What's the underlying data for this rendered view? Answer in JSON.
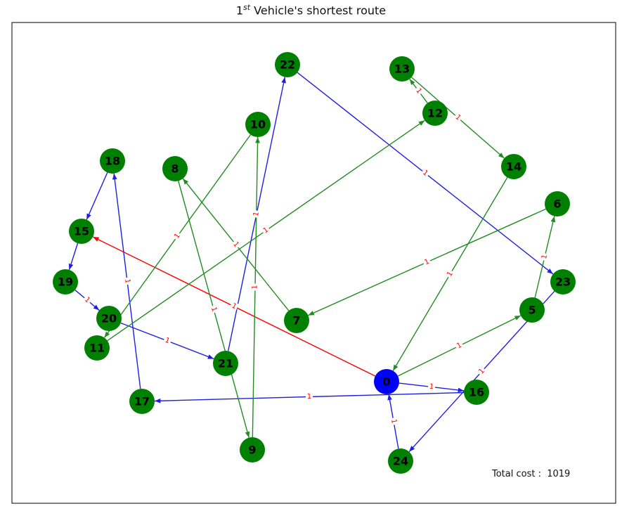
{
  "title": {
    "main_prefix": "1",
    "superscript": "st",
    "main_suffix": " Vehicle's shortest route"
  },
  "total_cost": "Total cost :  1019",
  "colors": {
    "node_default": "#008000",
    "node_depot": "#0000ff",
    "edge_green": "#228b22",
    "edge_blue": "#1f1fe0",
    "edge_red": "#ff0000",
    "edge_label": "#ff0000"
  },
  "nodes": [
    {
      "id": "0",
      "depot": true
    },
    {
      "id": "5"
    },
    {
      "id": "6"
    },
    {
      "id": "7"
    },
    {
      "id": "8"
    },
    {
      "id": "9"
    },
    {
      "id": "10"
    },
    {
      "id": "11"
    },
    {
      "id": "12"
    },
    {
      "id": "13"
    },
    {
      "id": "14"
    },
    {
      "id": "15"
    },
    {
      "id": "16"
    },
    {
      "id": "17"
    },
    {
      "id": "18"
    },
    {
      "id": "19"
    },
    {
      "id": "20"
    },
    {
      "id": "21"
    },
    {
      "id": "22"
    },
    {
      "id": "23"
    },
    {
      "id": "24"
    }
  ],
  "edges": [
    {
      "from": "0",
      "to": "15",
      "color": "red",
      "label": "1"
    },
    {
      "from": "15",
      "to": "19",
      "color": "blue",
      "label": ""
    },
    {
      "from": "19",
      "to": "20",
      "color": "blue",
      "label": "1"
    },
    {
      "from": "20",
      "to": "21",
      "color": "blue",
      "label": "1"
    },
    {
      "from": "21",
      "to": "22",
      "color": "blue",
      "label": "1"
    },
    {
      "from": "22",
      "to": "23",
      "color": "blue",
      "label": "1"
    },
    {
      "from": "23",
      "to": "24",
      "color": "blue",
      "label": "1"
    },
    {
      "from": "24",
      "to": "0",
      "color": "blue",
      "label": "1"
    },
    {
      "from": "0",
      "to": "16",
      "color": "blue",
      "label": "1"
    },
    {
      "from": "16",
      "to": "17",
      "color": "blue",
      "label": "1"
    },
    {
      "from": "17",
      "to": "18",
      "color": "blue",
      "label": "1"
    },
    {
      "from": "18",
      "to": "15",
      "color": "blue",
      "label": ""
    },
    {
      "from": "0",
      "to": "5",
      "color": "green",
      "label": "1"
    },
    {
      "from": "5",
      "to": "6",
      "color": "green",
      "label": "1"
    },
    {
      "from": "6",
      "to": "7",
      "color": "green",
      "label": "1"
    },
    {
      "from": "7",
      "to": "8",
      "color": "green",
      "label": "1"
    },
    {
      "from": "8",
      "to": "9",
      "color": "green",
      "label": "1"
    },
    {
      "from": "9",
      "to": "10",
      "color": "green",
      "label": "1"
    },
    {
      "from": "10",
      "to": "11",
      "color": "green",
      "label": "1"
    },
    {
      "from": "11",
      "to": "12",
      "color": "green",
      "label": "1"
    },
    {
      "from": "12",
      "to": "13",
      "color": "green",
      "label": "1"
    },
    {
      "from": "13",
      "to": "14",
      "color": "green",
      "label": "1"
    },
    {
      "from": "14",
      "to": "0",
      "color": "green",
      "label": "1"
    }
  ]
}
